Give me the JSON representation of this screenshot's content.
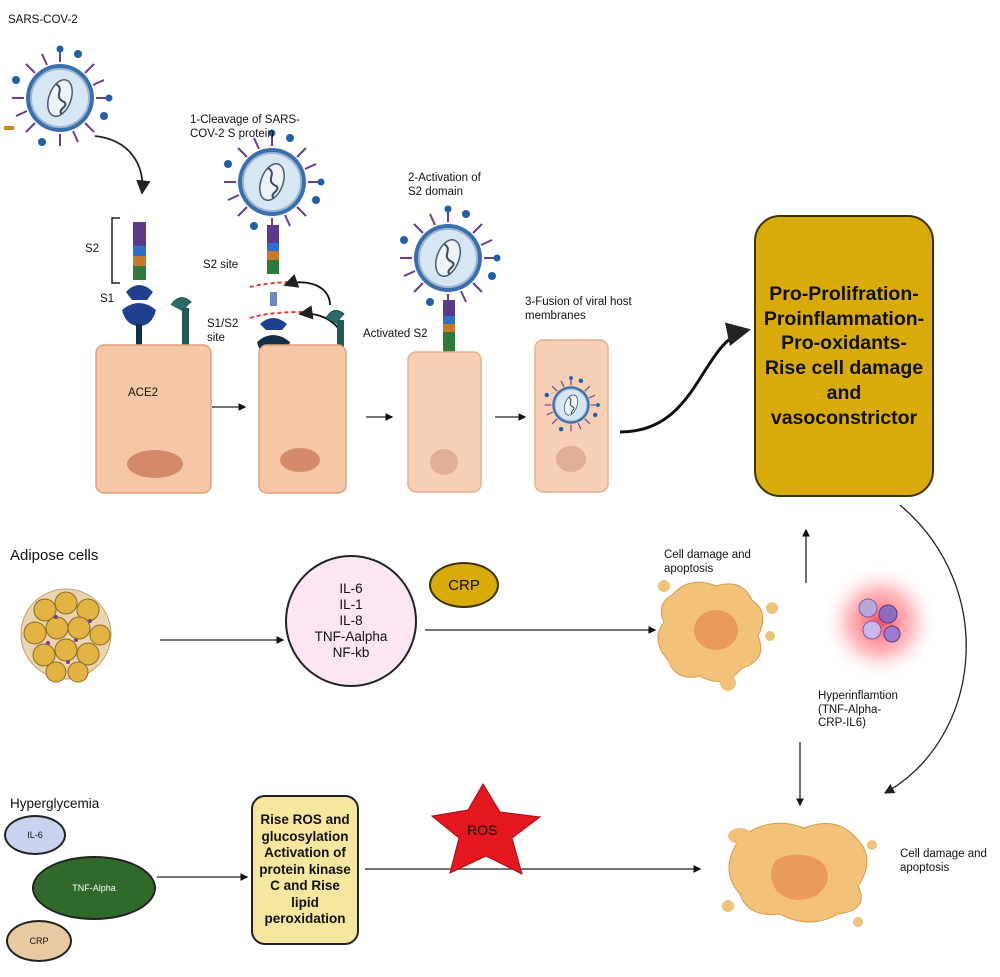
{
  "top": {
    "virus_label": "SARS-COV-2",
    "step1": "1-Cleavage of SARS-COV-2 S protein",
    "step2": "2-Activation of S2 domain",
    "step3": "3-Fusion of viral host membranes",
    "s2": "S2",
    "s1": "S1",
    "s2_site": "S2 site",
    "s1s2_site": "S1/S2 site",
    "activated_s2": "Activated S2",
    "ace2": "ACE2",
    "outcome_box": "Pro-Prolifration-Proinflammation-Pro-oxidants-Rise cell damage and vasoconstrictor"
  },
  "middle": {
    "adipose": "Adipose cells",
    "cytokines": [
      "IL-6",
      "IL-1",
      "IL-8",
      "TNF-Aalpha",
      "NF-kb"
    ],
    "crp": "CRP",
    "cell_damage": "Cell damage and apoptosis",
    "hyperinflammation": "Hyperinflamtion (TNF-Alpha-CRP-IL6)"
  },
  "bottom": {
    "hyperglycemia": "Hyperglycemia",
    "il6": "IL-6",
    "tnf": "TNF-Alpha",
    "crp": "CRP",
    "ros_box": "Rise ROS and glucosylation Activation of protein kinase C and Rise lipid peroxidation",
    "ros_star": "ROS",
    "cell_damage": "Cell damage and apoptosis"
  },
  "colors": {
    "cell": "#f6c7a6",
    "gold": "#d8ab0a",
    "virus": "#d6e6f2",
    "spike": "#5b3a8c",
    "receptor": "#1f4e5a"
  }
}
